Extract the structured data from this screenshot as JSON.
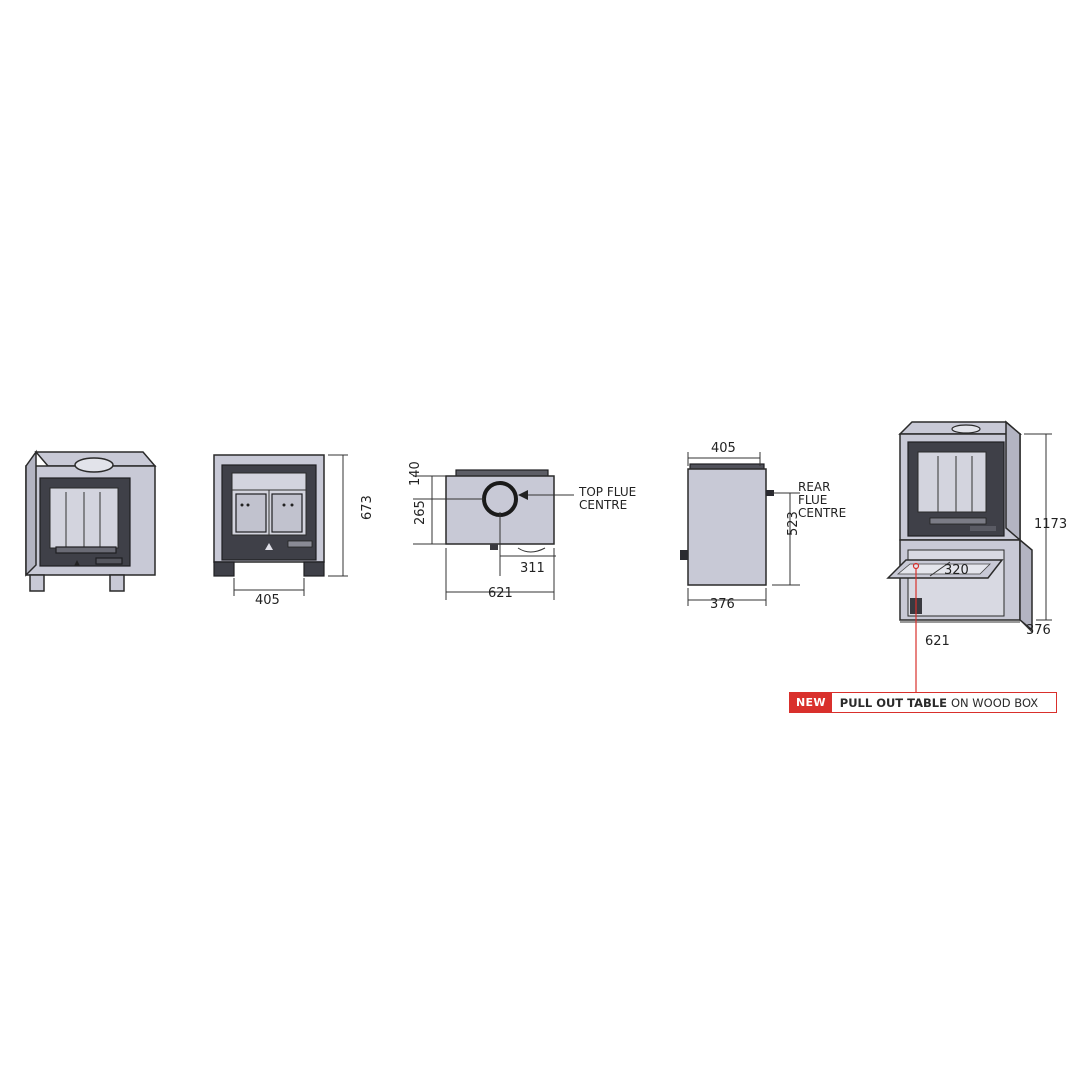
{
  "view1": {},
  "view2": {
    "width": "405",
    "height": "673"
  },
  "view3": {
    "top_offset": "140",
    "flue_height": "265",
    "flue_x": "311",
    "width": "621",
    "label_line1": "TOP FLUE",
    "label_line2": "CENTRE"
  },
  "view4": {
    "top_width": "405",
    "bottom_width": "376",
    "flue_height": "523",
    "label_line1": "REAR",
    "label_line2": "FLUE",
    "label_line3": "CENTRE"
  },
  "view5": {
    "height": "1173",
    "width": "621",
    "depth": "376",
    "table_depth": "320"
  },
  "callout": {
    "badge": "NEW",
    "bold": "PULL OUT TABLE",
    "rest": "ON WOOD BOX"
  },
  "colors": {
    "accent": "#d9302c",
    "body": "#c8c9d6",
    "dark": "#3f4048"
  }
}
